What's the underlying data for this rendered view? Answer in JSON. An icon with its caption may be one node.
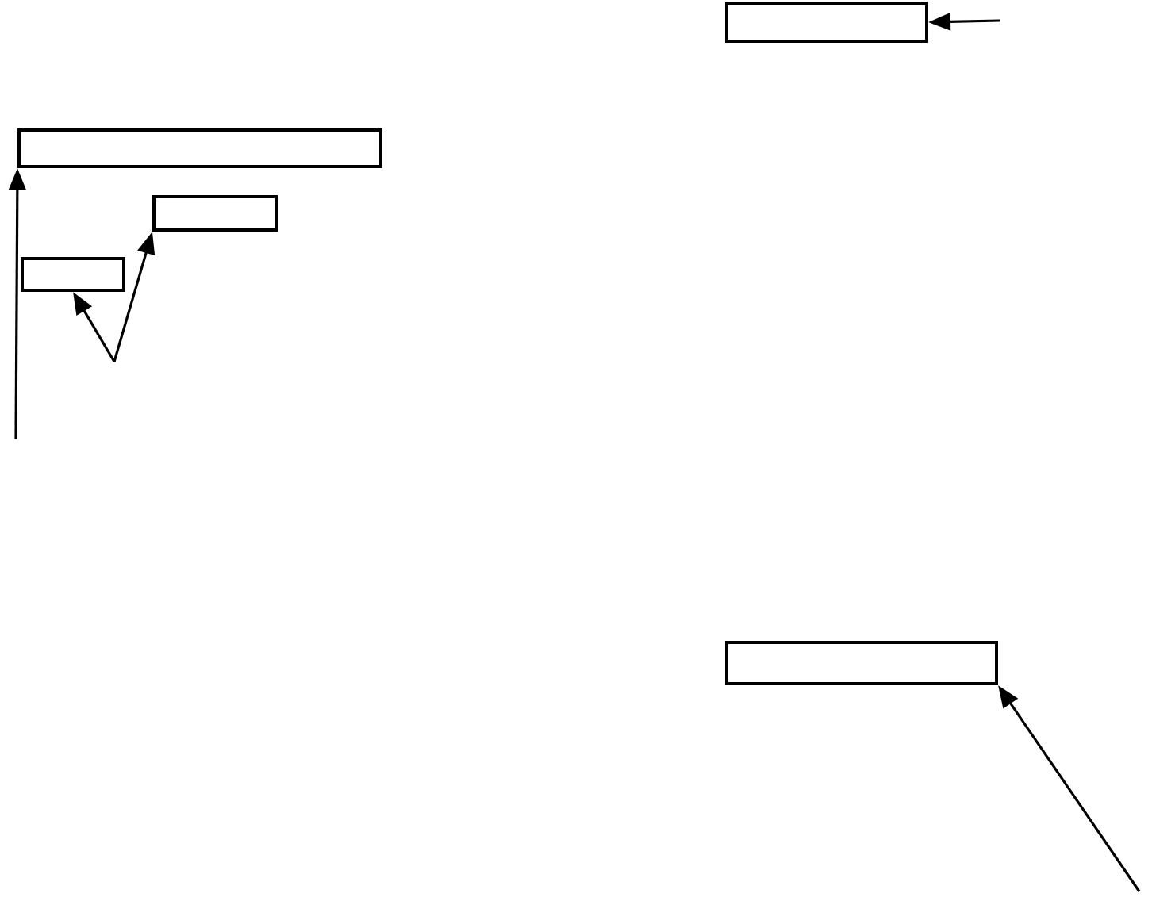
{
  "diagram": {
    "nodes": [
      {
        "text": [],
        "shape": "box"
      },
      {
        "text": [],
        "shape": "box"
      },
      {
        "text": [],
        "shape": "box"
      },
      {
        "text": [],
        "shape": "box"
      },
      {
        "text": [],
        "shape": "box"
      }
    ],
    "edges": [
      {
        "from": null,
        "to": 0,
        "arrow": "to"
      },
      {
        "from": null,
        "to": 1,
        "arrow": "to"
      },
      {
        "from": null,
        "to": 2,
        "arrow": "to"
      },
      {
        "from": null,
        "to": 3,
        "arrow": "to"
      },
      {
        "from": null,
        "to": 4,
        "arrow": "to"
      }
    ]
  }
}
